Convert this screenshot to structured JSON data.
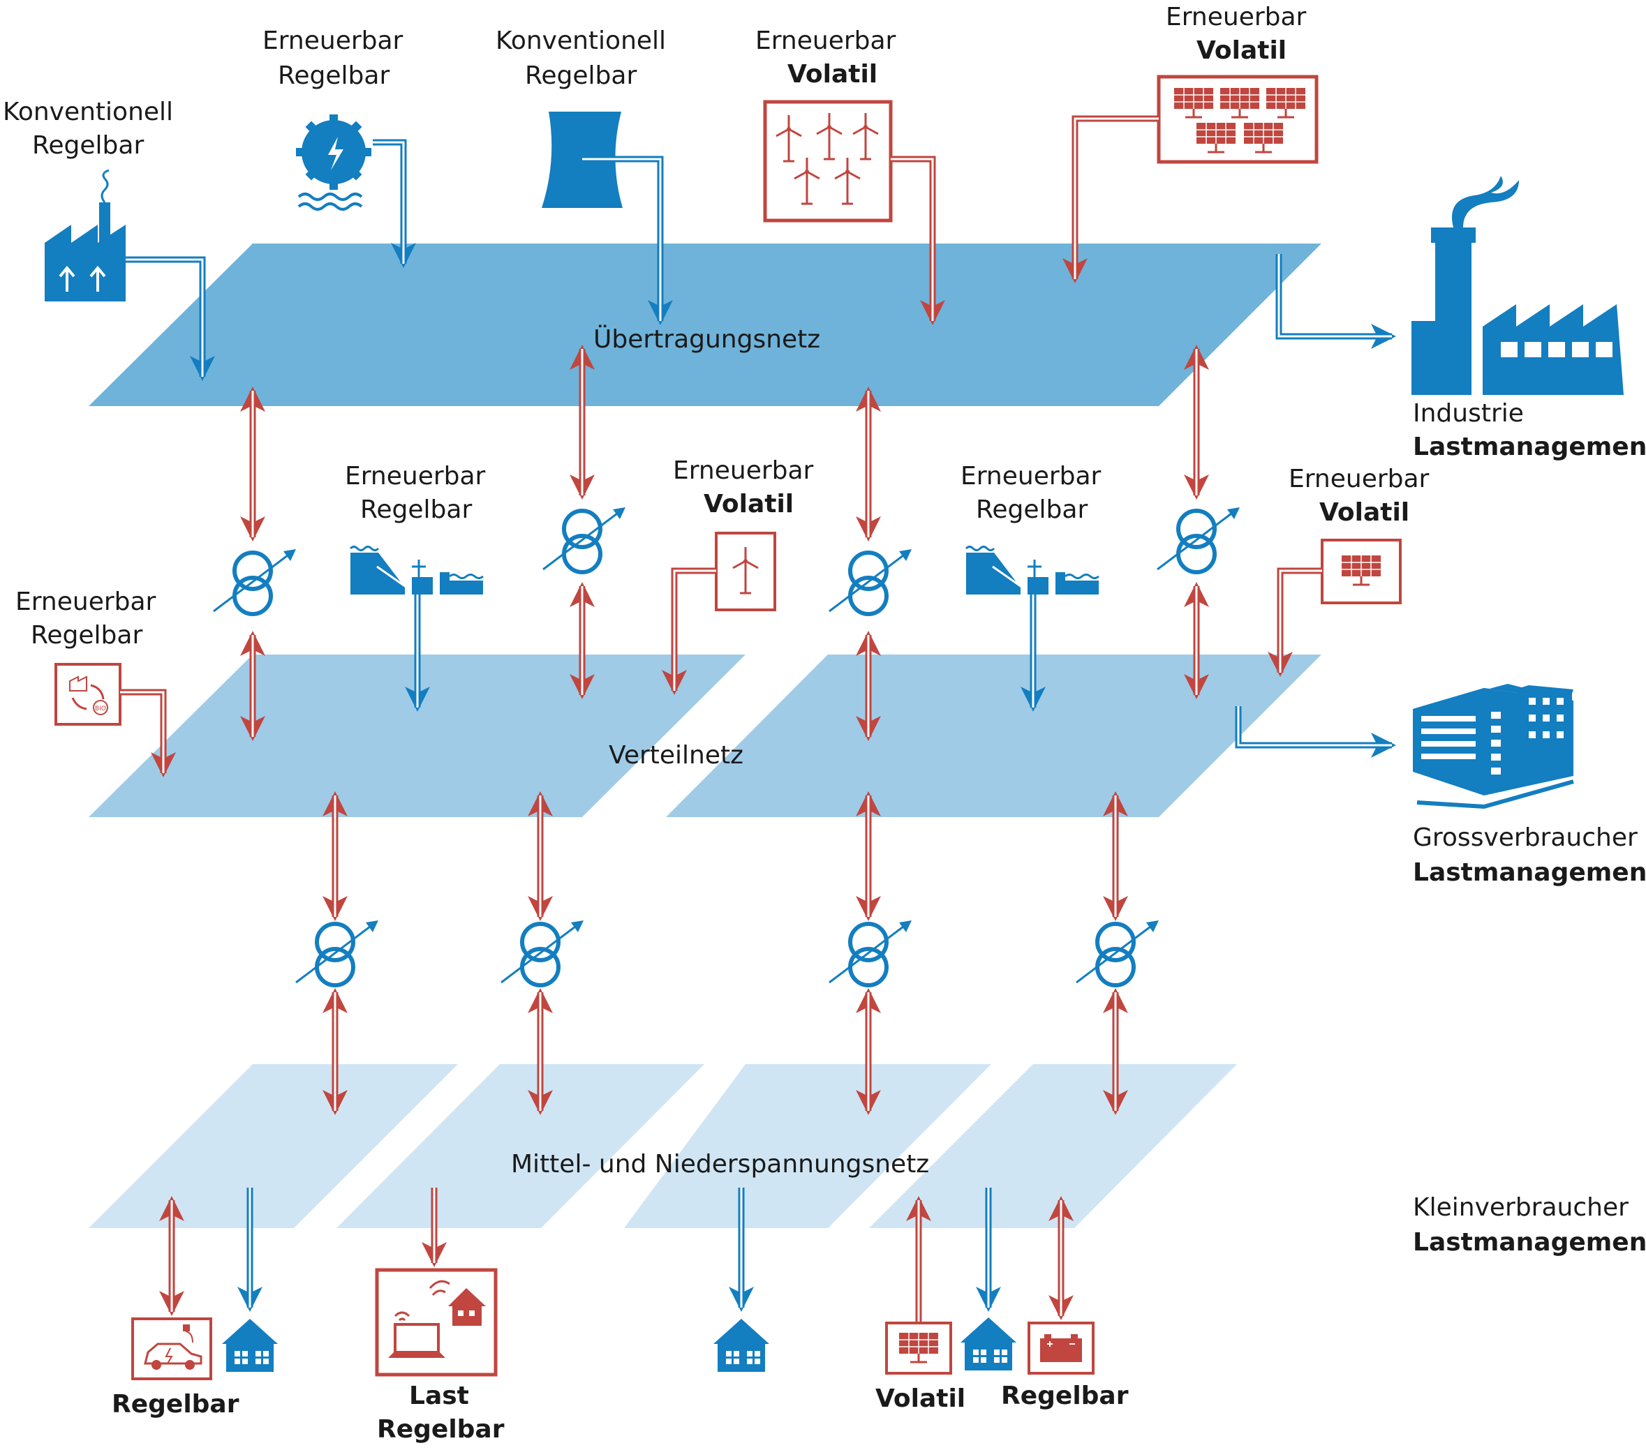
{
  "colors": {
    "blue": "#137ec0",
    "red": "#c0463f",
    "plane_top": "#6fb3da",
    "plane_mid": "#9fcbe7",
    "plane_low": "#cfe5f3",
    "text": "#1a1a1a"
  },
  "networks": {
    "transmission": "Übertragungsnetz",
    "distribution": "Verteilnetz",
    "low_voltage": "Mittel- und Niederspannungsnetz"
  },
  "generators": {
    "coal_plant": {
      "line1": "Konventionell",
      "line2": "Regelbar"
    },
    "hydro_wheel": {
      "line1": "Erneuerbar",
      "line2": "Regelbar"
    },
    "cooling_tower": {
      "line1": "Konventionell",
      "line2": "Regelbar"
    },
    "wind_farm": {
      "line1": "Erneuerbar",
      "line2": "Volatil"
    },
    "solar_farm": {
      "line1": "Erneuerbar",
      "line2": "Volatil"
    },
    "biomass": {
      "line1": "Erneuerbar",
      "line2": "Regelbar"
    },
    "dam_left": {
      "line1": "Erneuerbar",
      "line2": "Regelbar"
    },
    "wind_single": {
      "line1": "Erneuerbar",
      "line2": "Volatil"
    },
    "dam_right": {
      "line1": "Erneuerbar",
      "line2": "Regelbar"
    },
    "solar_single": {
      "line1": "Erneuerbar",
      "line2": "Volatil"
    }
  },
  "consumers": {
    "industry": {
      "line1": "Industrie",
      "line2": "Lastmanagement"
    },
    "large": {
      "line1": "Grossverbraucher",
      "line2": "Lastmanagement"
    },
    "small": {
      "line1": "Kleinverbraucher",
      "line2": "Lastmanagement"
    }
  },
  "bottom_labels": {
    "ev": "Regelbar",
    "smart_home_1": "Last",
    "smart_home_2": "Regelbar",
    "pv_home": "Volatil",
    "battery": "Regelbar"
  },
  "icons": {
    "coal_plant": "factory-icon",
    "hydro_wheel": "water-wheel-icon",
    "cooling_tower": "cooling-tower-icon",
    "wind_farm": "wind-turbine-icon",
    "solar_farm": "solar-panel-icon",
    "transformer": "transformer-icon",
    "industry": "industrial-plant-icon",
    "large": "office-building-icon",
    "house": "house-icon",
    "ev": "electric-car-icon",
    "battery": "battery-icon",
    "biomass": "biomass-icon",
    "dam": "hydro-dam-icon"
  }
}
